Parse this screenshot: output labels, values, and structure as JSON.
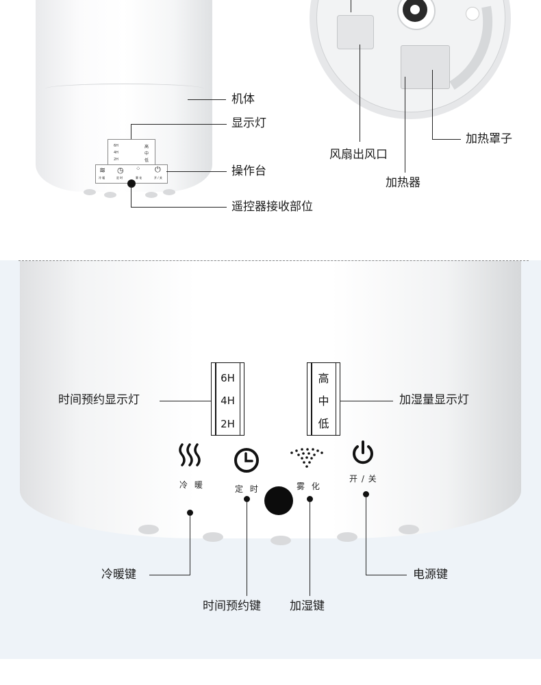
{
  "top_left": {
    "labels": {
      "body": "机体",
      "display": "显示灯",
      "control": "操作台",
      "remote": "遥控器接收部位"
    },
    "mini_panel": {
      "times": [
        "6H",
        "4H",
        "2H"
      ],
      "levels": [
        "高",
        "中",
        "低"
      ]
    },
    "mini_buttons": [
      "冷 暖",
      "定 时",
      "雾 化",
      "开 / 关"
    ]
  },
  "top_right": {
    "labels": {
      "fan": "风扇出风口",
      "heater": "加热器",
      "cover": "加热罩子"
    }
  },
  "bottom": {
    "timer_display": {
      "label": "时间预约显示灯",
      "values": [
        "6H",
        "4H",
        "2H"
      ]
    },
    "humidity_display": {
      "label": "加湿量显示灯",
      "values": [
        "高",
        "中",
        "低"
      ]
    },
    "buttons": [
      {
        "icon": "heat-wave-icon",
        "label": "冷 暖",
        "callout": "冷暖键"
      },
      {
        "icon": "clock-icon",
        "label": "定 时",
        "callout": "时间预约键"
      },
      {
        "icon": "mist-icon",
        "label": "雾 化",
        "callout": "加湿键"
      },
      {
        "icon": "power-icon",
        "label": "开 / 关",
        "callout": "电源键"
      }
    ]
  }
}
